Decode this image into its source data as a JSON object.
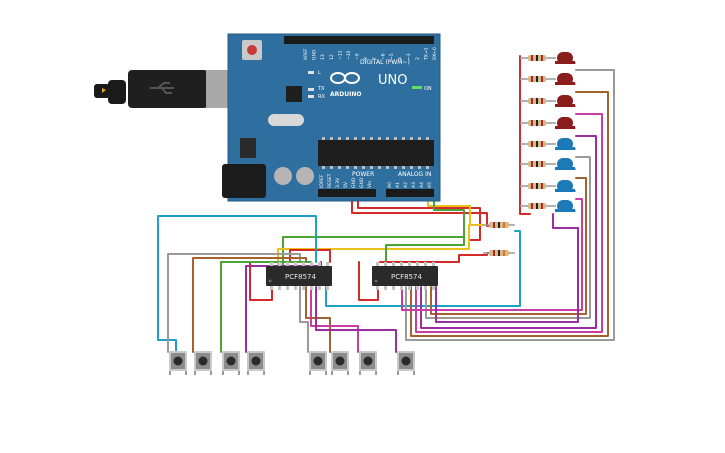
{
  "board": {
    "brand": "ARDUINO",
    "model": "UNO",
    "digital_header_label": "DIGITAL (PWM~)",
    "power_label": "POWER",
    "analog_label": "ANALOG IN",
    "on_label": "ON",
    "tx_label": "TX",
    "rx_label": "RX",
    "l_label": "L",
    "digital_pins": [
      "AREF",
      "GND",
      "13",
      "12",
      "~11",
      "~10",
      "~9",
      "8",
      "7",
      "~6",
      "~5",
      "4",
      "~3",
      "2",
      "TX→1",
      "RX←0"
    ],
    "power_pins": [
      "IOREF",
      "RESET",
      "3.3V",
      "5V",
      "GND",
      "GND",
      "Vin"
    ],
    "analog_pins": [
      "A0",
      "A1",
      "A2",
      "A3",
      "A4",
      "A5"
    ]
  },
  "chips": [
    {
      "label": "PCF8574"
    },
    {
      "label": "PCF8574"
    }
  ],
  "colors": {
    "board": "#2f6f9f",
    "red_wire": "#d42a2a",
    "yellow_wire": "#e8c21a",
    "green_wire": "#4aa534",
    "blue_wire": "#1e9fc7",
    "gray_wire": "#9a9a9a",
    "brown_wire": "#a5622d",
    "purple_wire": "#9a2ea0",
    "magenta_wire": "#c83ca6",
    "led_red": "#8b1c1c",
    "led_blue": "#1c7ab8",
    "chip": "#2a2a2a"
  }
}
